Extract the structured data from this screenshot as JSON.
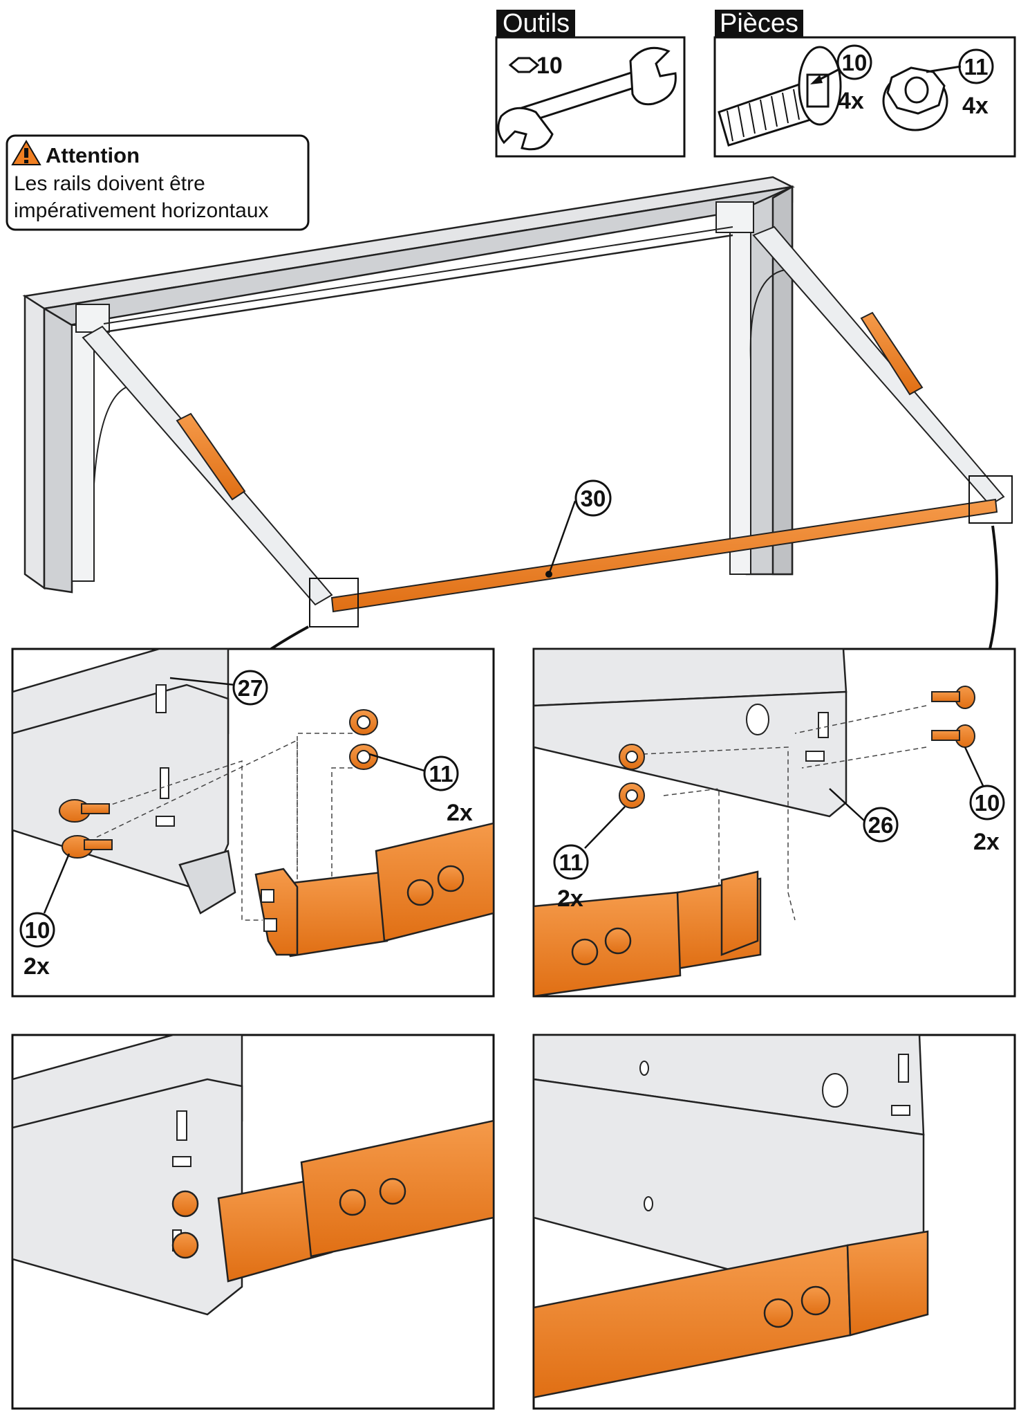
{
  "tools": {
    "header": "Outils",
    "wrench_size": "10"
  },
  "parts": {
    "header": "Pièces",
    "items": [
      {
        "ref": "10",
        "qty": "4x"
      },
      {
        "ref": "11",
        "qty": "4x"
      }
    ]
  },
  "warning": {
    "title": "Attention",
    "line1": "Les rails doivent être",
    "line2": "impérativement  horizontaux"
  },
  "overview": {
    "bar_ref": "30"
  },
  "detail_left": {
    "rail_ref": "27",
    "nut_ref": "11",
    "nut_qty": "2x",
    "bolt_ref": "10",
    "bolt_qty": "2x"
  },
  "detail_right": {
    "rail_ref": "26",
    "nut_ref": "11",
    "nut_qty": "2x",
    "bolt_ref": "10",
    "bolt_qty": "2x"
  },
  "colors": {
    "accent": "#f07f22",
    "frame": "#d9dadc",
    "ink": "#111111"
  }
}
